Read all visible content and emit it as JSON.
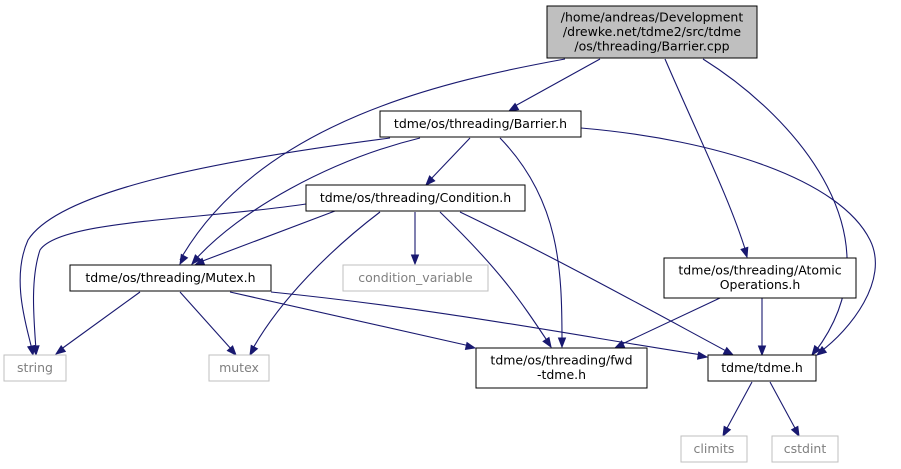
{
  "nodes": {
    "barrier_cpp": {
      "lines": [
        "/home/andreas/Development",
        "/drewke.net/tdme2/src/tdme",
        "/os/threading/Barrier.cpp"
      ],
      "style": "root"
    },
    "barrier_h": {
      "lines": [
        "tdme/os/threading/Barrier.h"
      ],
      "style": "dark"
    },
    "condition_h": {
      "lines": [
        "tdme/os/threading/Condition.h"
      ],
      "style": "dark"
    },
    "condition_variable": {
      "lines": [
        "condition_variable"
      ],
      "style": "light"
    },
    "mutex_h": {
      "lines": [
        "tdme/os/threading/Mutex.h"
      ],
      "style": "dark"
    },
    "atomic_h": {
      "lines": [
        "tdme/os/threading/Atomic",
        "Operations.h"
      ],
      "style": "dark"
    },
    "string": {
      "lines": [
        "string"
      ],
      "style": "light"
    },
    "mutex": {
      "lines": [
        "mutex"
      ],
      "style": "light"
    },
    "fwd_tdme_h": {
      "lines": [
        "tdme/os/threading/fwd",
        "-tdme.h"
      ],
      "style": "dark"
    },
    "tdme_h": {
      "lines": [
        "tdme/tdme.h"
      ],
      "style": "dark"
    },
    "climits": {
      "lines": [
        "climits"
      ],
      "style": "light"
    },
    "cstdint": {
      "lines": [
        "cstdint"
      ],
      "style": "light"
    }
  },
  "colors": {
    "edge": "#191970",
    "root_fill": "#bfbfbf",
    "light_border": "#bfbfbf",
    "light_text": "#7f7f7f"
  }
}
